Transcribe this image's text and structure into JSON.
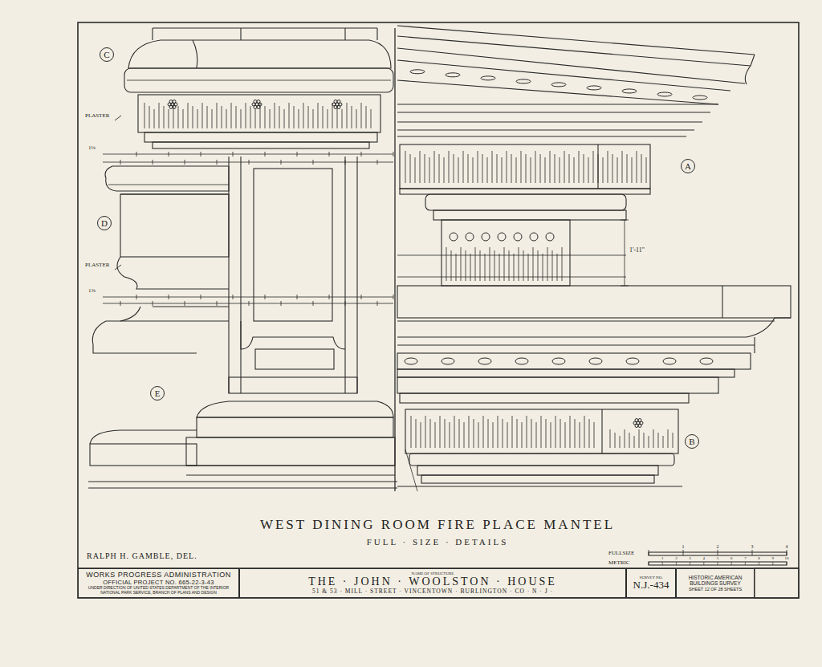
{
  "diagram": {
    "title": "WEST DINING ROOM FIRE PLACE MANTEL",
    "caption": "FULL · SIZE · DETAILS",
    "nodes": [
      {
        "text": [
          "C"
        ]
      },
      {
        "text": [
          "D"
        ]
      },
      {
        "text": [
          "E"
        ]
      },
      {
        "text": [
          "A"
        ]
      },
      {
        "text": [
          "B"
        ]
      },
      {
        "text": [
          "WORKS PROGRESS ADMINISTRATION",
          "OFFICIAL PROJECT NO. 665-22-3-43",
          "UNDER DIRECTION OF UNITED STATES DEPARTMENT OF THE INTERIOR NATIONAL PARK SERVICE, BRANCH OF PLANS AND DESIGN"
        ]
      },
      {
        "text": [
          "NAME OF STRUCTURE",
          "THE · JOHN · WOOLSTON · HOUSE",
          "51 & 53 · MILL · STREET · VINCENTOWN · BURLINGTON · CO · N · J ·"
        ]
      },
      {
        "text": [
          "SURVEY NO.",
          "N.J.-434"
        ]
      },
      {
        "text": [
          "HISTORIC AMERICAN BUILDINGS SURVEY",
          "SHEET 12 OF 28 SHEETS"
        ]
      }
    ],
    "labels": [
      "PLASTER",
      "PLASTER",
      "1⅛",
      "1⅝",
      "1'-11\"",
      "RALPH H. GAMBLE, DEL.",
      "FULLSIZE",
      "METRIC",
      "1",
      "2",
      "3",
      "4",
      "1",
      "2",
      "3",
      "4",
      "5",
      "6",
      "7",
      "8",
      "9",
      "10"
    ]
  }
}
